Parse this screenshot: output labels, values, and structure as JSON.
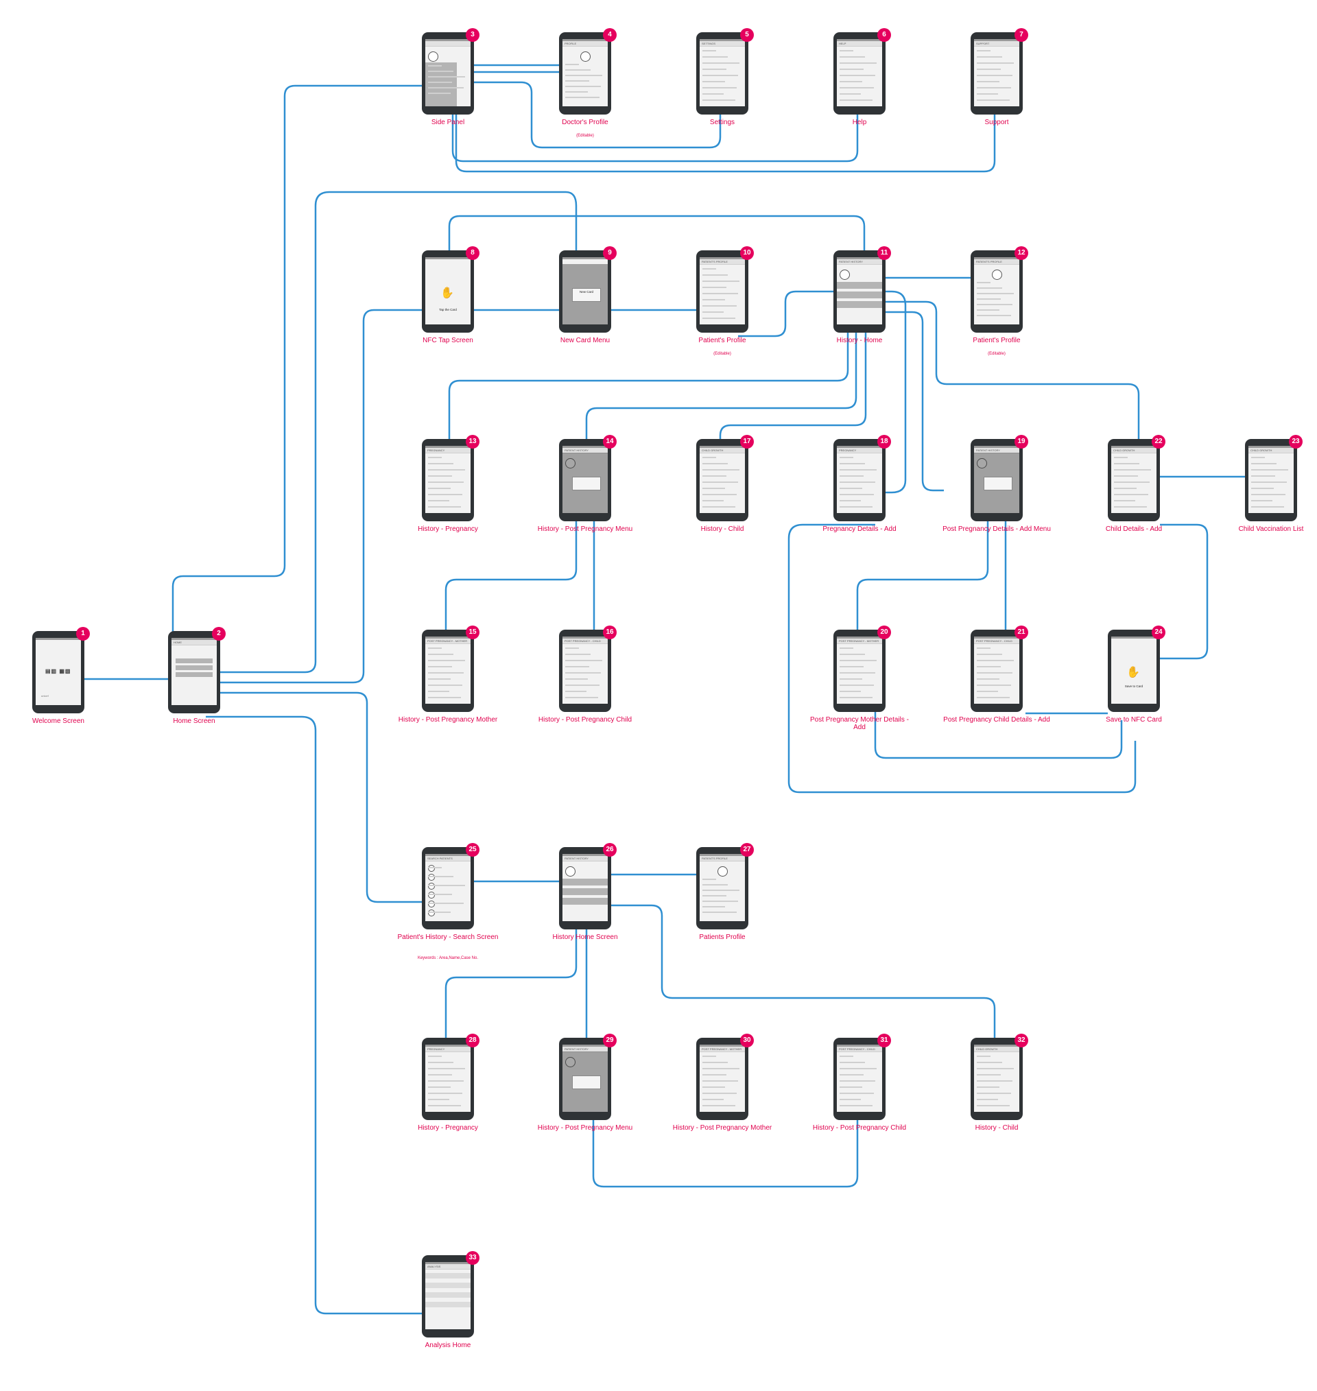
{
  "screens": [
    {
      "num": "1",
      "label": "Welcome Screen",
      "sub": "",
      "kind": "welcome",
      "title": ""
    },
    {
      "num": "2",
      "label": "Home Screen",
      "sub": "",
      "kind": "home",
      "title": "HOME"
    },
    {
      "num": "3",
      "label": "Side Panel",
      "sub": "",
      "kind": "side",
      "title": ""
    },
    {
      "num": "4",
      "label": "Doctor's Profile",
      "sub": "(Editable)",
      "kind": "profile",
      "title": "PROFILE"
    },
    {
      "num": "5",
      "label": "Settings",
      "sub": "",
      "kind": "settings",
      "title": "SETTINGS"
    },
    {
      "num": "6",
      "label": "Help",
      "sub": "",
      "kind": "help",
      "title": "HELP"
    },
    {
      "num": "7",
      "label": "Support",
      "sub": "",
      "kind": "support",
      "title": "SUPPORT"
    },
    {
      "num": "8",
      "label": "NFC Tap Screen",
      "sub": "",
      "kind": "nfc",
      "title": ""
    },
    {
      "num": "9",
      "label": "New Card Menu",
      "sub": "",
      "kind": "dialog",
      "title": ""
    },
    {
      "num": "10",
      "label": "Patient's Profile",
      "sub": "(Editable)",
      "kind": "form",
      "title": "PATIENT'S PROFILE"
    },
    {
      "num": "11",
      "label": "History - Home",
      "sub": "",
      "kind": "histhome",
      "title": "PATIENT HISTORY"
    },
    {
      "num": "12",
      "label": "Patient's Profile",
      "sub": "(Editable)",
      "kind": "profile",
      "title": "PATIENT'S PROFILE"
    },
    {
      "num": "13",
      "label": "History - Pregnancy",
      "sub": "",
      "kind": "table",
      "title": "PREGNANCY"
    },
    {
      "num": "14",
      "label": "History - Post Pregnancy Menu",
      "sub": "",
      "kind": "menu",
      "title": "PATIENT HISTORY"
    },
    {
      "num": "17",
      "label": "History - Child",
      "sub": "",
      "kind": "table",
      "title": "CHILD GROWTH"
    },
    {
      "num": "18",
      "label": "Pregnancy Details - Add",
      "sub": "",
      "kind": "form",
      "title": "PREGNANCY"
    },
    {
      "num": "19",
      "label": "Post Pregnancy Details - Add Menu",
      "sub": "",
      "kind": "menu",
      "title": "PATIENT HISTORY"
    },
    {
      "num": "22",
      "label": "Child Details - Add",
      "sub": "",
      "kind": "form",
      "title": "CHILD GROWTH"
    },
    {
      "num": "23",
      "label": "Child Vaccination List",
      "sub": "",
      "kind": "list",
      "title": "CHILD GROWTH"
    },
    {
      "num": "15",
      "label": "History - Post Pregnancy Mother",
      "sub": "",
      "kind": "table",
      "title": "POST PREGNANCY - MOTHER"
    },
    {
      "num": "16",
      "label": "History - Post Pregnancy Child",
      "sub": "",
      "kind": "table",
      "title": "POST PREGNANCY - CHILD"
    },
    {
      "num": "20",
      "label": "Post Pregnancy Mother Details - Add",
      "sub": "",
      "kind": "form",
      "title": "POST PREGNANCY - MOTHER"
    },
    {
      "num": "21",
      "label": "Post Pregnancy Child Details - Add",
      "sub": "",
      "kind": "form",
      "title": "POST PREGNANCY - CHILD"
    },
    {
      "num": "24",
      "label": "Save to NFC Card",
      "sub": "",
      "kind": "nfcsave",
      "title": ""
    },
    {
      "num": "25",
      "label": "Patient's History - Search Screen",
      "sub": "Keywords : Area,Name,Case No.",
      "kind": "search",
      "title": "SEARCH PATIENTS"
    },
    {
      "num": "26",
      "label": "History Home Screen",
      "sub": "",
      "kind": "histhome",
      "title": "PATIENT HISTORY"
    },
    {
      "num": "27",
      "label": "Patients Profile",
      "sub": "",
      "kind": "profile",
      "title": "PATIENT'S PROFILE"
    },
    {
      "num": "28",
      "label": "History - Pregnancy",
      "sub": "",
      "kind": "table",
      "title": "PREGNANCY"
    },
    {
      "num": "29",
      "label": "History - Post Pregnancy Menu",
      "sub": "",
      "kind": "menu",
      "title": "PATIENT HISTORY"
    },
    {
      "num": "30",
      "label": "History - Post Pregnancy Mother",
      "sub": "",
      "kind": "table",
      "title": "POST PREGNANCY - MOTHER"
    },
    {
      "num": "31",
      "label": "History - Post Pregnancy Child",
      "sub": "",
      "kind": "table",
      "title": "POST PREGNANCY - CHILD"
    },
    {
      "num": "32",
      "label": "History - Child",
      "sub": "",
      "kind": "table",
      "title": "CHILD GROWTH"
    },
    {
      "num": "33",
      "label": "Analysis Home",
      "sub": "",
      "kind": "analysis",
      "title": "ANALYSIS"
    }
  ],
  "texts": {
    "tap_card": "Tap the Card",
    "save_card": "Save to Card",
    "new_card": "New Card",
    "welcome_logo": "unicef"
  },
  "colors": {
    "connector": "#2f8fd1",
    "label": "#e0004d",
    "badge": "#e5005d",
    "phone": "#2f3336"
  }
}
